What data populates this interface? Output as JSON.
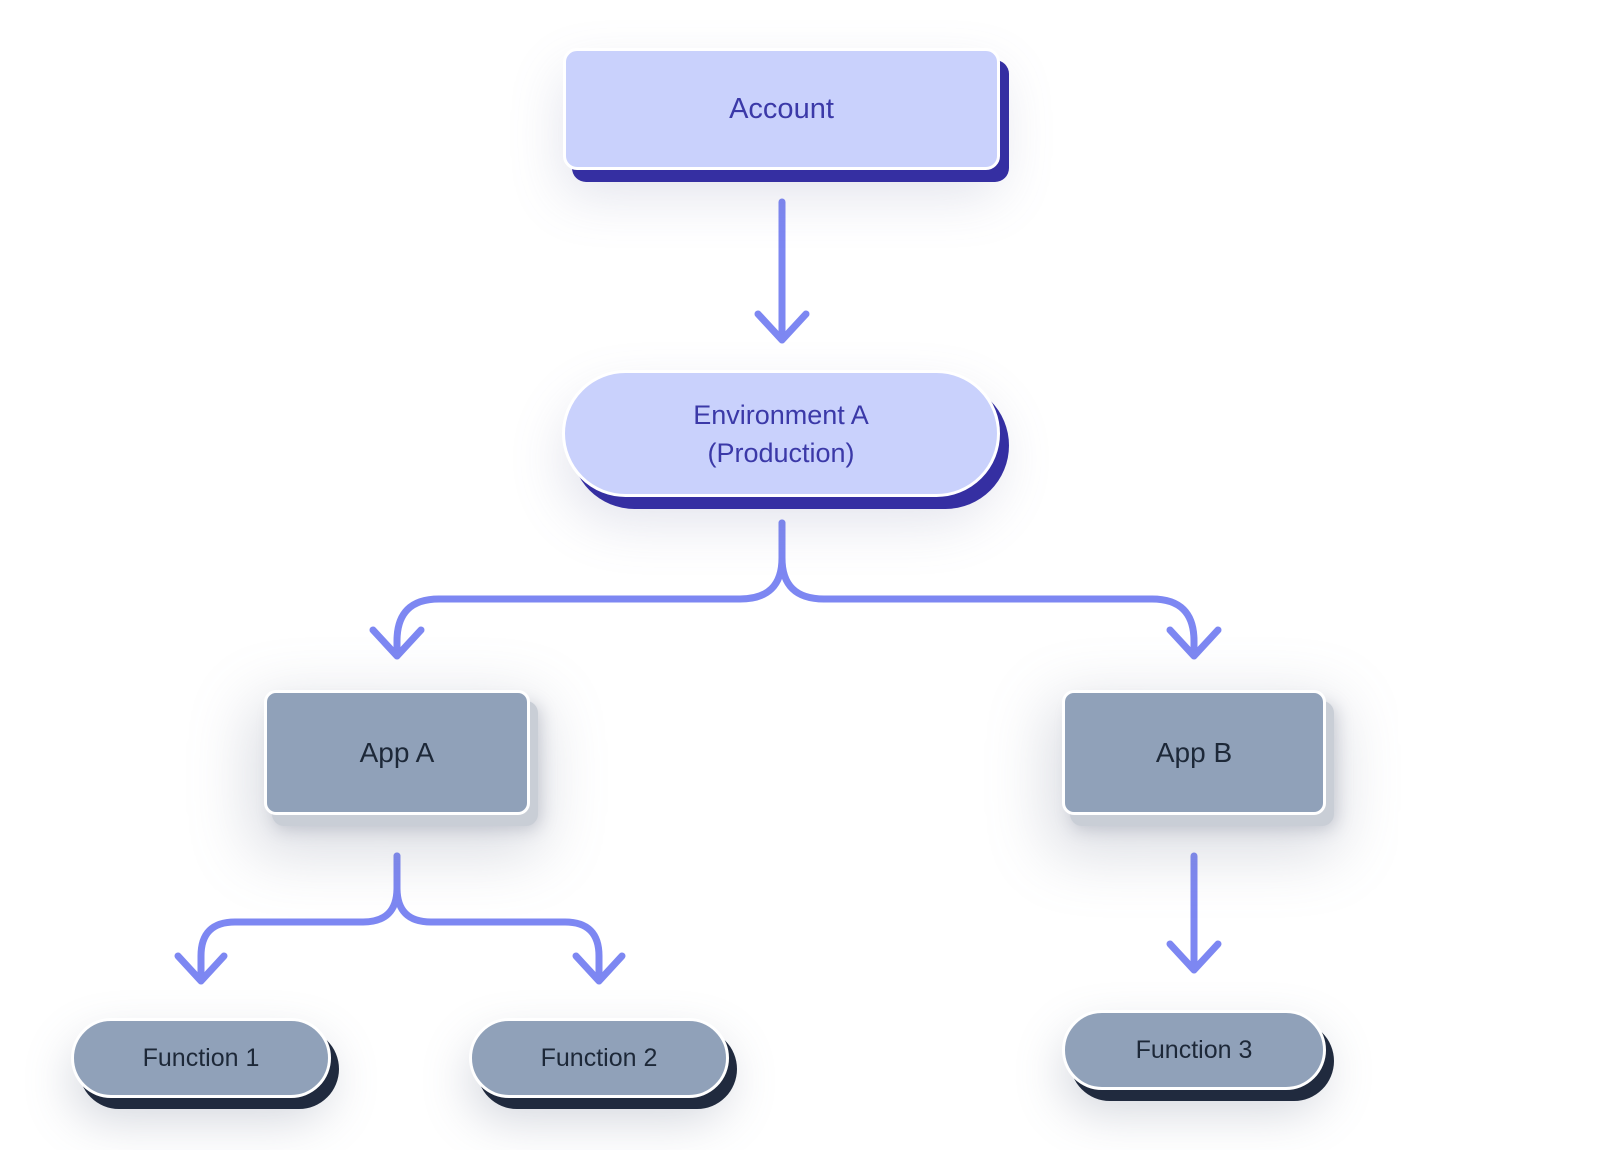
{
  "diagram": {
    "nodes": {
      "account": {
        "label": "Account",
        "shape": "rounded-rect",
        "variant": "lavender"
      },
      "environment": {
        "label": "Environment A (Production)",
        "line1": "Environment A",
        "line2": "(Production)",
        "shape": "pill",
        "variant": "lavender"
      },
      "app_a": {
        "label": "App A",
        "shape": "rounded-rect",
        "variant": "slate"
      },
      "app_b": {
        "label": "App B",
        "shape": "rounded-rect",
        "variant": "slate"
      },
      "function_1": {
        "label": "Function 1",
        "shape": "pill",
        "variant": "slate-pill"
      },
      "function_2": {
        "label": "Function 2",
        "shape": "pill",
        "variant": "slate-pill"
      },
      "function_3": {
        "label": "Function 3",
        "shape": "pill",
        "variant": "slate-pill"
      }
    },
    "edges": [
      {
        "from": "account",
        "to": "environment"
      },
      {
        "from": "environment",
        "to": "app_a"
      },
      {
        "from": "environment",
        "to": "app_b"
      },
      {
        "from": "app_a",
        "to": "function_1"
      },
      {
        "from": "app_a",
        "to": "function_2"
      },
      {
        "from": "app_b",
        "to": "function_3"
      }
    ],
    "colors": {
      "background": "#ffffff",
      "border": "#ffffff",
      "arrow": "#7d87f2",
      "lavender_fill": "#c9d1fc",
      "lavender_shadow": "#352fa2",
      "lavender_text": "#3b39a8",
      "slate_fill": "#90a1b9",
      "slate_shadow_light": "#c9ced6",
      "pill_shadow_dark": "#202a3e",
      "node_text_dark": "#1d2838"
    }
  }
}
